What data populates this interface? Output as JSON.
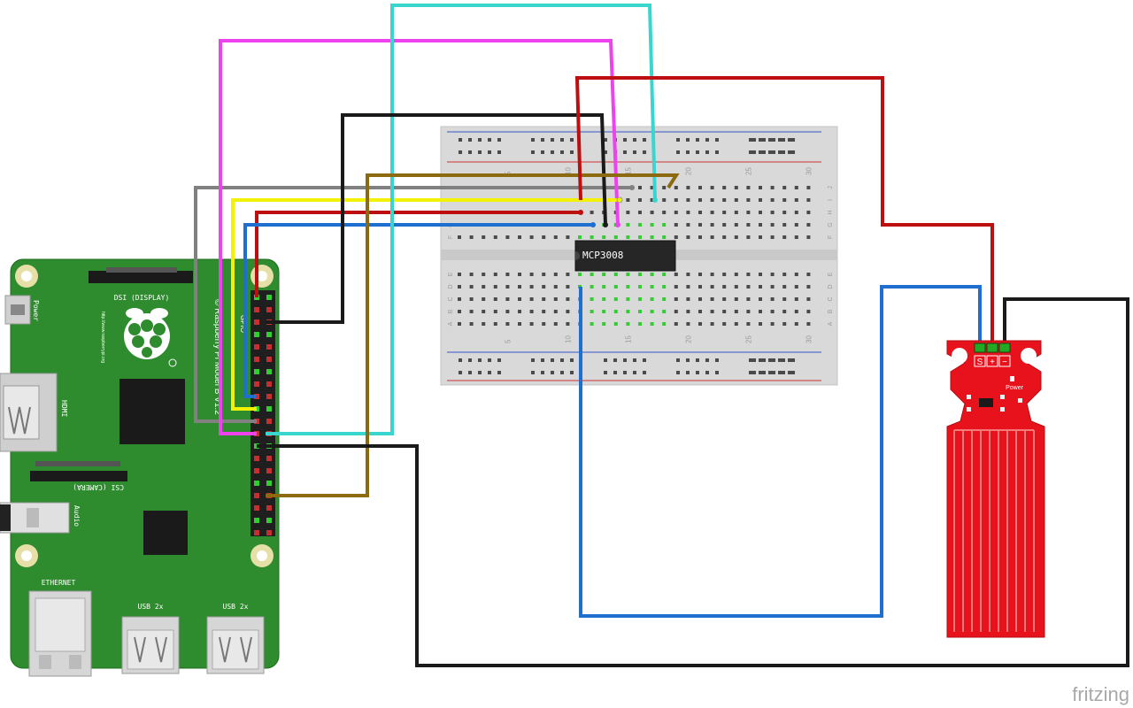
{
  "colors": {
    "background": "#ffffff",
    "pcb_green": "#2e8b2e",
    "breadboard": "#d8d8d8",
    "sensor_red": "#e8121c",
    "wire_gray": "#7f7f7f",
    "wire_magenta": "#ee42ee",
    "wire_yellow": "#f2f200",
    "wire_red": "#bd0f0f",
    "wire_blue": "#1f6fd1",
    "wire_cyan": "#39d6d0",
    "wire_black": "#1a1a1a",
    "wire_brown": "#8c6b10"
  },
  "raspberry_pi": {
    "dsi_label": "DSI (DISPLAY)",
    "csi_label": "CSI (CAMERA)",
    "hdmi_label": "HDMI",
    "power_label": "Power",
    "audio_label": "Audio",
    "ethernet_label": "ETHERNET",
    "usb_label_1": "USB 2x",
    "usb_label_2": "USB 2x",
    "model_label": "© Raspberry Pi Model B V1.2",
    "url_label": "http://www.raspberrypi.org",
    "gpio_label": "GPIO"
  },
  "breadboard": {
    "column_numbers": [
      "5",
      "10",
      "15",
      "20",
      "25",
      "30"
    ],
    "row_letters_top": [
      "J",
      "I",
      "H",
      "G",
      "F"
    ],
    "row_letters_bottom": [
      "E",
      "D",
      "C",
      "B",
      "A"
    ]
  },
  "chip": {
    "label": "MCP3008"
  },
  "sensor": {
    "pin_s": "S",
    "pin_plus": "+",
    "pin_minus": "−",
    "power_label": "Power"
  },
  "watermark": "fritzing"
}
